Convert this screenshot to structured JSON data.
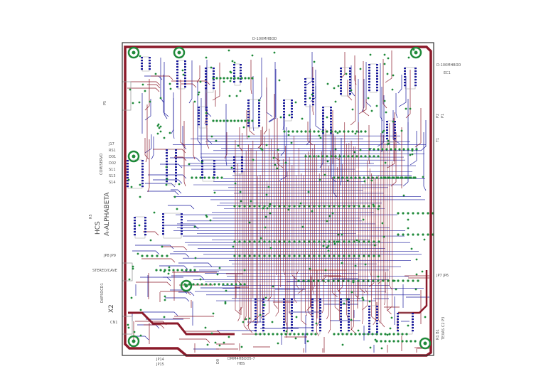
{
  "board": {
    "top_title": "D-100MHBOD",
    "bottom_title": "DMM4HBOD5-7",
    "bottom_sub": "HBS",
    "bottom_small": "D0",
    "colors": {
      "bottom_copper": "#1a1a9c",
      "top_copper": "#8b1a2a",
      "pad": "#1f8a3a",
      "outline": "#333333",
      "silk": "#9a9a9a"
    }
  },
  "labels": {
    "right_ref": "D-100MHBOD",
    "right_code": "EC1",
    "right_p2": "P2",
    "right_p1": "P1",
    "right_t1": "T1",
    "right_jp": "JP7 JP6",
    "right_block": "TEXAS  C2  P3",
    "right_block2": "R1  B1",
    "left_p5": "P5",
    "left_com": "COM/SERVO",
    "left_jp": "J17",
    "left_list": [
      "RS1",
      "D01",
      "D02",
      "S11",
      "S13",
      "S14"
    ],
    "left_series": "A-ALPHABETA",
    "left_hcs": "HCS",
    "left_ref": "R5",
    "left_jp2": "JP8   JP9",
    "left_stereo": "STEREO/CAVE",
    "left_sub": "DAPSOCD1",
    "left_x2": "X2",
    "left_cn1": "CN1",
    "bottom_jp14": "JP14",
    "bottom_jp15": "JP15"
  }
}
